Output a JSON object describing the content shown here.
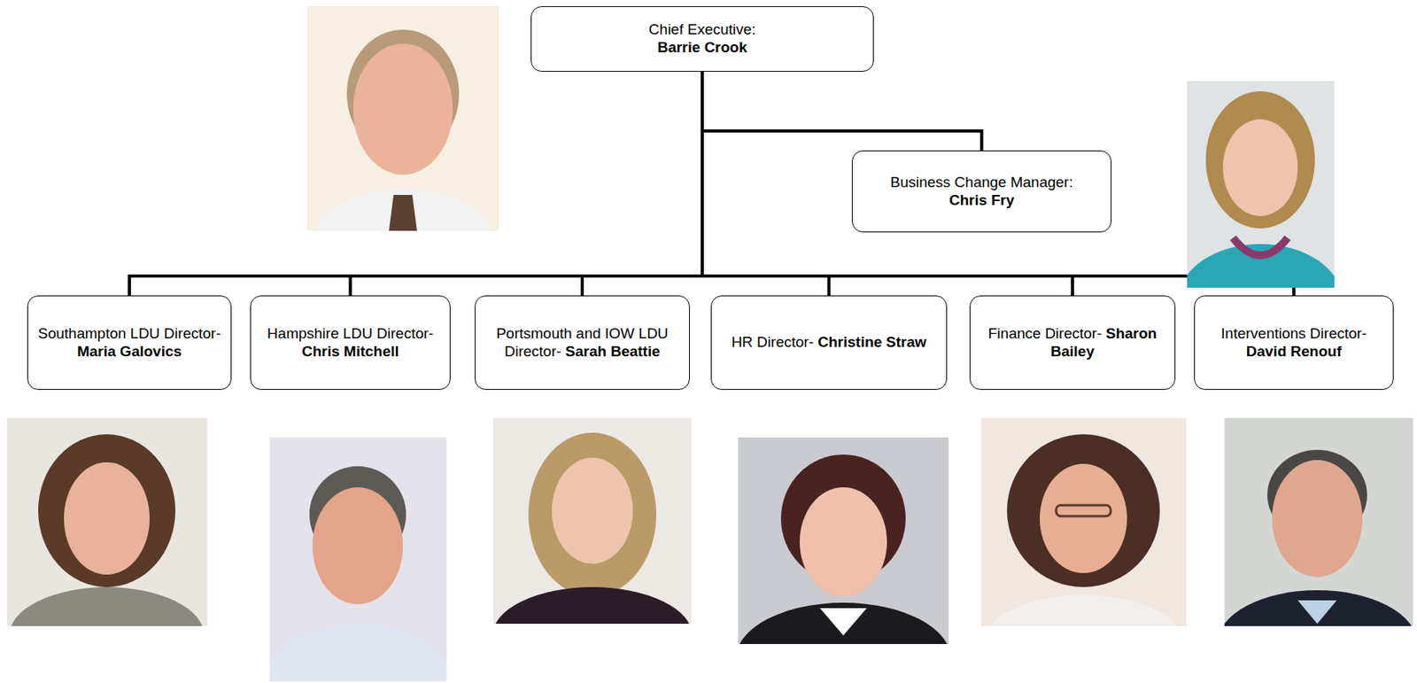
{
  "diagram": {
    "nodes": [
      {
        "text": [
          "Chief Executive:",
          "Barrie Crook"
        ]
      },
      {
        "text": [
          "Business Change Manager:",
          "Chris Fry"
        ]
      },
      {
        "text": [
          "Southampton LDU Director-",
          "Maria Galovics"
        ]
      },
      {
        "text": [
          "Hampshire LDU Director-",
          "Chris Mitchell"
        ]
      },
      {
        "text": [
          "Portsmouth and IOW LDU Director-",
          "Sarah Beattie"
        ]
      },
      {
        "text": [
          "HR Director-",
          "Christine Straw"
        ]
      },
      {
        "text": [
          "Finance Director-",
          "Sharon Bailey"
        ]
      },
      {
        "text": [
          "Interventions Director-",
          "David Renouf"
        ]
      }
    ],
    "edges": [
      {
        "from": 0,
        "to": 1,
        "arrow": "none"
      },
      {
        "from": 0,
        "to": 2,
        "arrow": "none"
      },
      {
        "from": 0,
        "to": 3,
        "arrow": "none"
      },
      {
        "from": 0,
        "to": 4,
        "arrow": "none"
      },
      {
        "from": 0,
        "to": 5,
        "arrow": "none"
      },
      {
        "from": 0,
        "to": 6,
        "arrow": "none"
      },
      {
        "from": 0,
        "to": 7,
        "arrow": "none"
      }
    ]
  }
}
